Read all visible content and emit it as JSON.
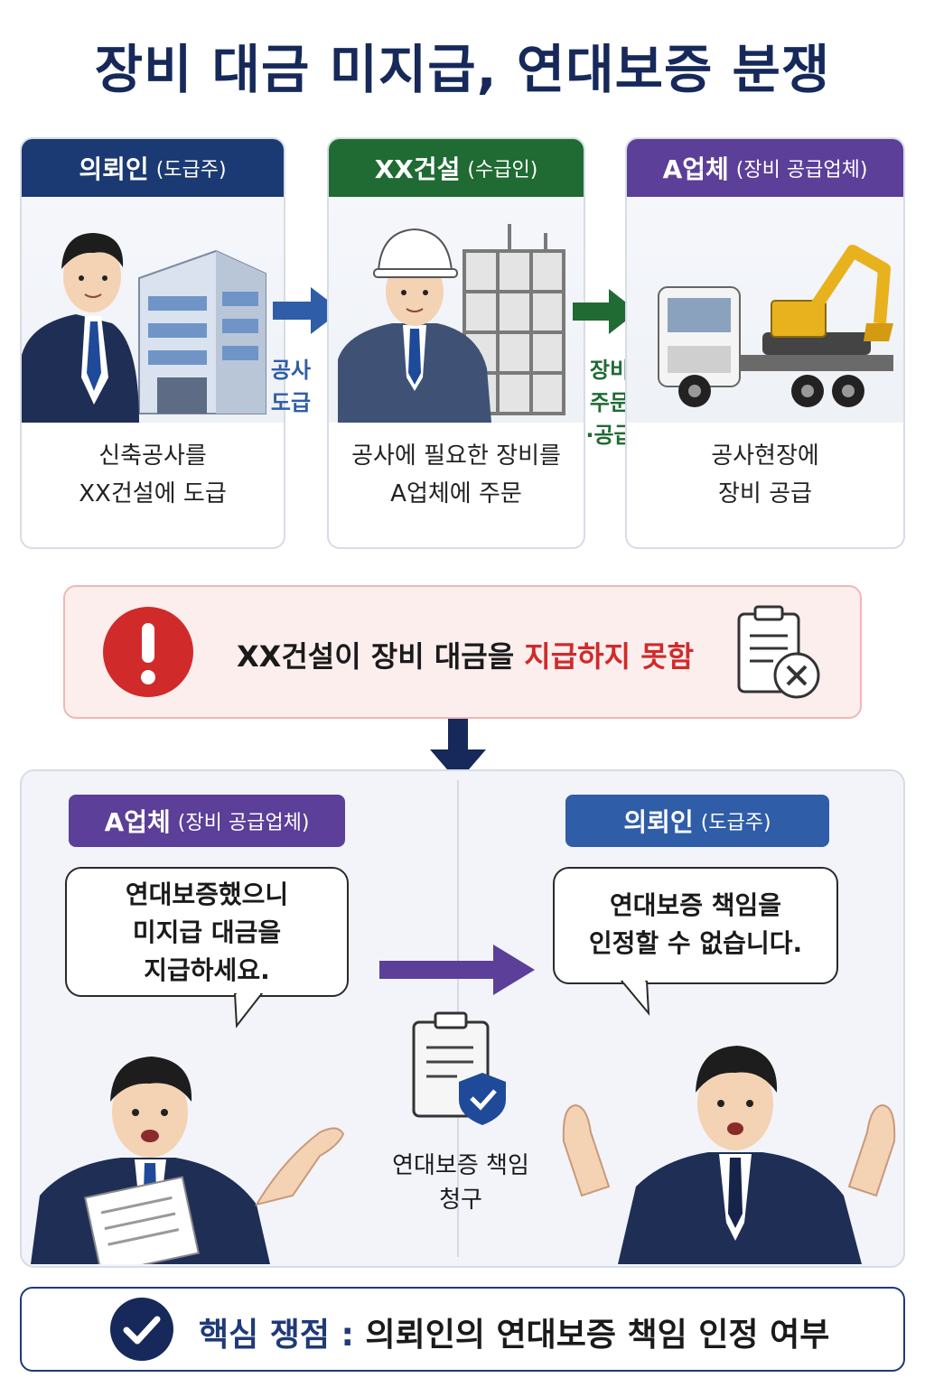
{
  "title": "장비 대금 미지급, 연대보증 분쟁",
  "cards": [
    {
      "role": "의뢰인",
      "sub": "(도급주)",
      "desc1": "신축공사를",
      "desc2": "XX건설에 도급",
      "color": "#1b3a73"
    },
    {
      "role": "XX건설",
      "sub": "(수급인)",
      "desc1": "공사에 필요한 장비를",
      "desc2": "A업체에 주문",
      "color": "#1f6b33"
    },
    {
      "role": "A업체",
      "sub": "(장비 공급업체)",
      "desc1": "공사현장에",
      "desc2": "장비 공급",
      "color": "#5b3f98"
    }
  ],
  "flow": {
    "first_l1": "공사",
    "first_l2": "도급",
    "second_l1": "장비",
    "second_l2": "주문",
    "second_l3": "·공급"
  },
  "alert": {
    "prefix": "XX건설이 장비 대금을 ",
    "highlight": "지급하지 못함"
  },
  "dispute": {
    "left_role": "A업체",
    "left_sub": "(장비 공급업체)",
    "left_l1": "연대보증했으니",
    "left_l2": "미지급 대금을",
    "left_l3": "지급하세요.",
    "right_role": "의뢰인",
    "right_sub": "(도급주)",
    "right_l1": "연대보증 책임을",
    "right_l2": "인정할 수 없습니다.",
    "claim_l1": "연대보증 책임",
    "claim_l2": "청구"
  },
  "summary": {
    "key": "핵심 쟁점 :",
    "text": "의뢰인의 연대보증 책임 인정 여부"
  },
  "colors": {
    "navy": "#1b3a73",
    "green": "#1f6b33",
    "purple": "#5b3f98",
    "red": "#d12a2a",
    "blue_pill": "#2f5da8"
  }
}
